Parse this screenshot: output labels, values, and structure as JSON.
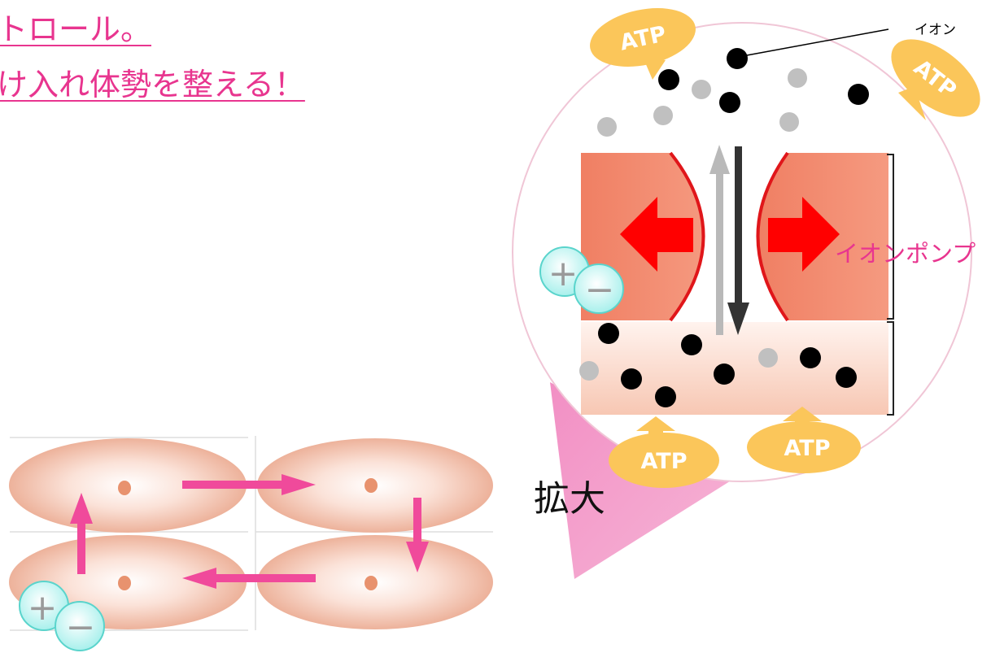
{
  "heading": {
    "line1": "トロール。",
    "line2": "け入れ体勢を整える！"
  },
  "labels": {
    "ion": "イオン",
    "ion_pump": "イオンポンプ",
    "zoom": "拡大",
    "atp": "ATP",
    "plus": "+",
    "minus": "−"
  },
  "colors": {
    "accent_pink": "#e8358f",
    "arrow_pink": "#f04a9b",
    "atp_orange": "#fbc65a",
    "pump_red": "#ff0000",
    "cell": "#f3b9a2",
    "charge_cyan": "#a8f0ec"
  }
}
